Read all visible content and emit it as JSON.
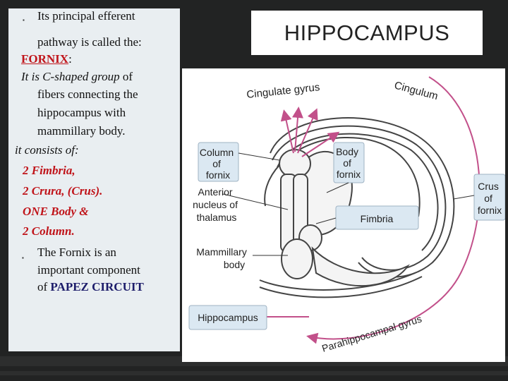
{
  "title": "HIPPOCAMPUS",
  "text": {
    "line1": "Its principal efferent",
    "line2": "pathway is called the:",
    "fornix": "FORNIX",
    "colon": ":",
    "line4_italic": "It is C-shaped group",
    "line4_rest": " of",
    "line5": "fibers connecting the",
    "line6": "hippocampus with",
    "line7": "mammillary body.",
    "line8": "it consists of:",
    "item1": "2 Fimbria,",
    "item2": "2 Crura, (Crus).",
    "item3": "ONE Body &",
    "item4": "2 Column.",
    "line13": "The Fornix is an",
    "line14": "important component",
    "line15_pre": "of ",
    "line15_bold": "PAPEZ CIRCUIT"
  },
  "diagram": {
    "cingulate_gyrus": "Cingulate gyrus",
    "cingulum": "Cingulum",
    "column_of_fornix": [
      "Column",
      "of",
      "fornix"
    ],
    "body_of_fornix": [
      "Body",
      "of",
      "fornix"
    ],
    "crus_of_fornix": [
      "Crus",
      "of",
      "fornix"
    ],
    "anterior_nucleus": [
      "Anterior",
      "nucleus of",
      "thalamus"
    ],
    "fimbria": "Fimbria",
    "mammillary_body": [
      "Mammillary",
      "body"
    ],
    "hippocampus": "Hippocampus",
    "parahippocampal_gyrus": "Parahippocampal gyrus"
  },
  "colors": {
    "background": "#222323",
    "panel": "#e9eef1",
    "label_box": "#dbe8f2",
    "arrow": "#c2508a",
    "red_text": "#c0141a",
    "navy_text": "#1c1c6a"
  }
}
